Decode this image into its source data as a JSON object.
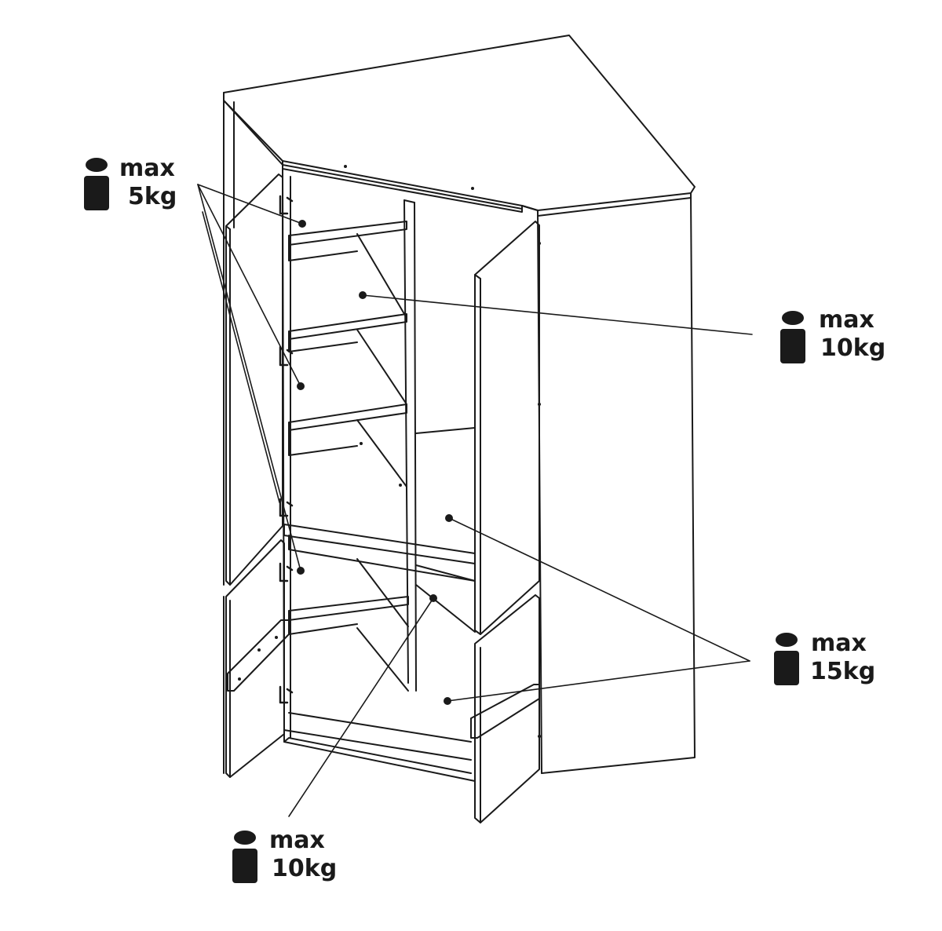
{
  "labels": {
    "top_left": {
      "line1": "max",
      "line2": "5kg"
    },
    "right_upper": {
      "line1": "max",
      "line2": "10kg"
    },
    "right_lower": {
      "line1": "max",
      "line2": "15kg"
    },
    "bottom": {
      "line1": "max",
      "line2": "10kg"
    }
  },
  "icons": {
    "weight": "weight-icon"
  },
  "colors": {
    "line": "#1a1a1a",
    "background": "#ffffff"
  }
}
